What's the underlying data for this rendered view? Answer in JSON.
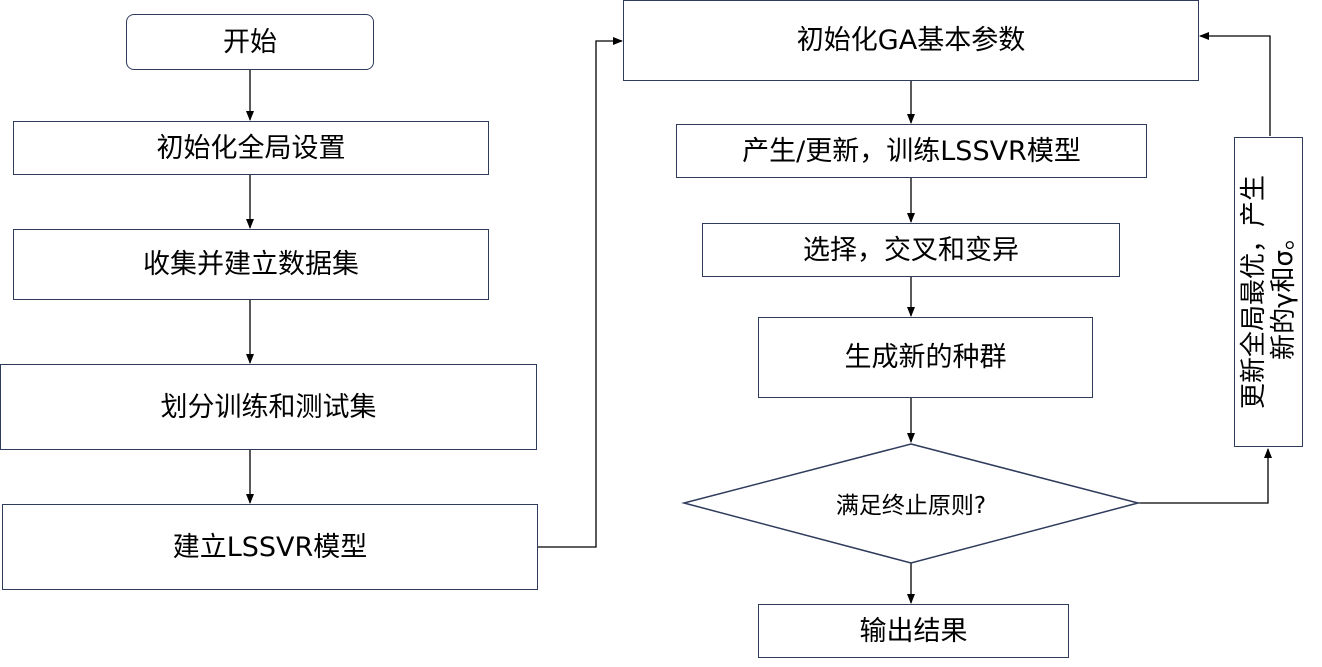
{
  "left_flow": {
    "start": "开始",
    "init_global": "初始化全局设置",
    "collect_data": "收集并建立数据集",
    "split_sets": "划分训练和测试集",
    "build_model": "建立LSSVR模型"
  },
  "right_flow": {
    "init_ga": "初始化GA基本参数",
    "train_model": "产生/更新，训练LSSVR模型",
    "select_cross": "选择，交叉和变异",
    "new_population": "生成新的种群",
    "decision": "满足终止原则?",
    "output": "输出结果"
  },
  "feedback": {
    "line1": "更新全局最优，产生",
    "line2": "新的γ和σ。"
  }
}
